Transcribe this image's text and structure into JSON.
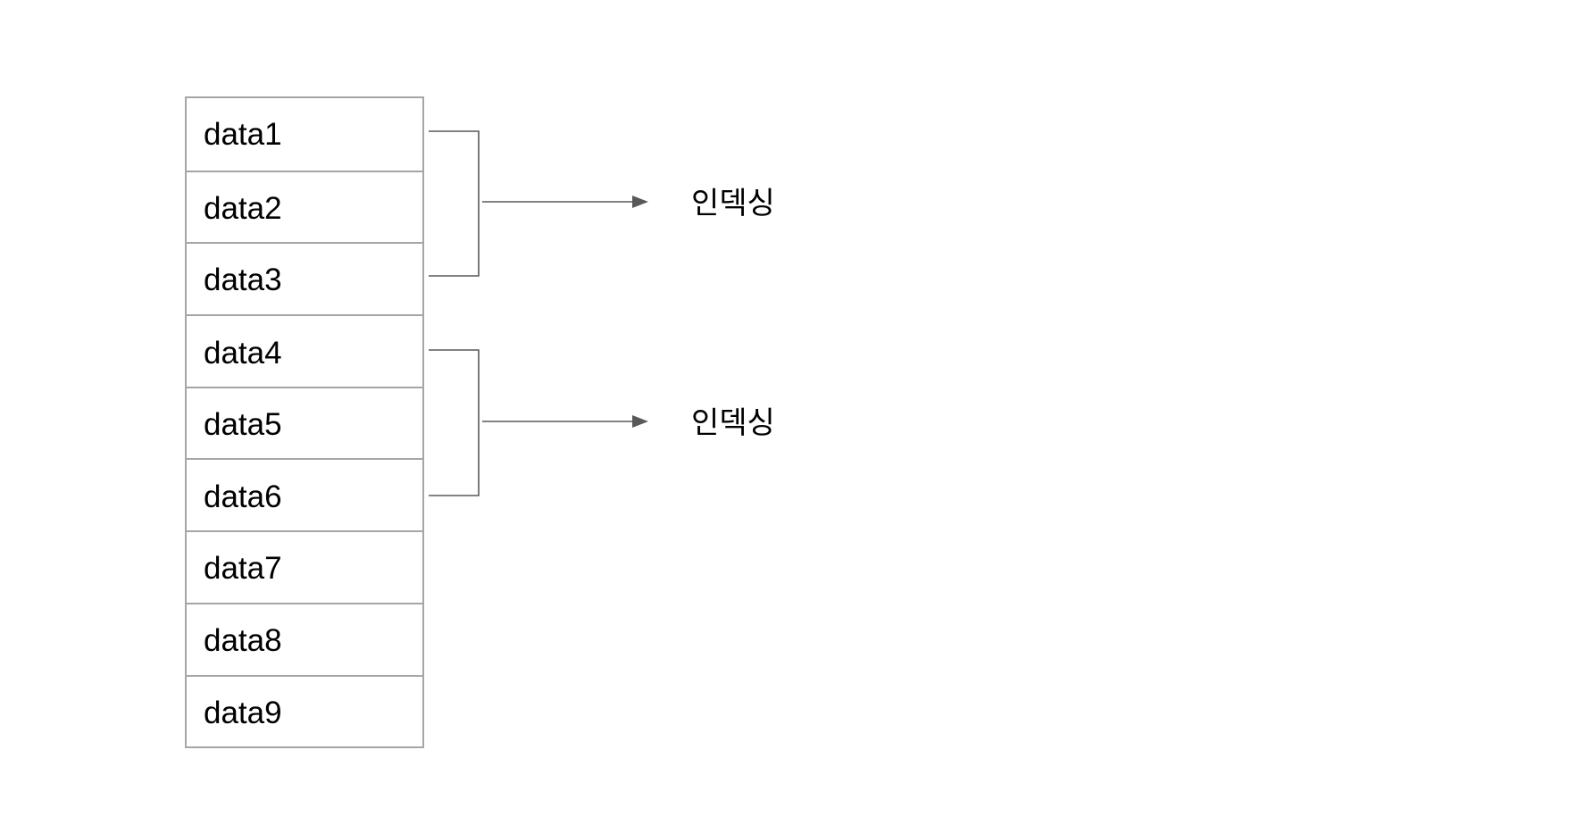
{
  "data_column": {
    "cells": [
      {
        "label": "data1"
      },
      {
        "label": "data2"
      },
      {
        "label": "data3"
      },
      {
        "label": "data4"
      },
      {
        "label": "data5"
      },
      {
        "label": "data6"
      },
      {
        "label": "data7"
      },
      {
        "label": "data8"
      },
      {
        "label": "data9"
      }
    ]
  },
  "groups": [
    {
      "label": "인덱싱",
      "first_cell": 1,
      "last_cell": 3
    },
    {
      "label": "인덱싱",
      "first_cell": 4,
      "last_cell": 6
    }
  ],
  "colors": {
    "cell_border": "#a6a6a6",
    "connector": "#595959",
    "text": "#000000"
  }
}
